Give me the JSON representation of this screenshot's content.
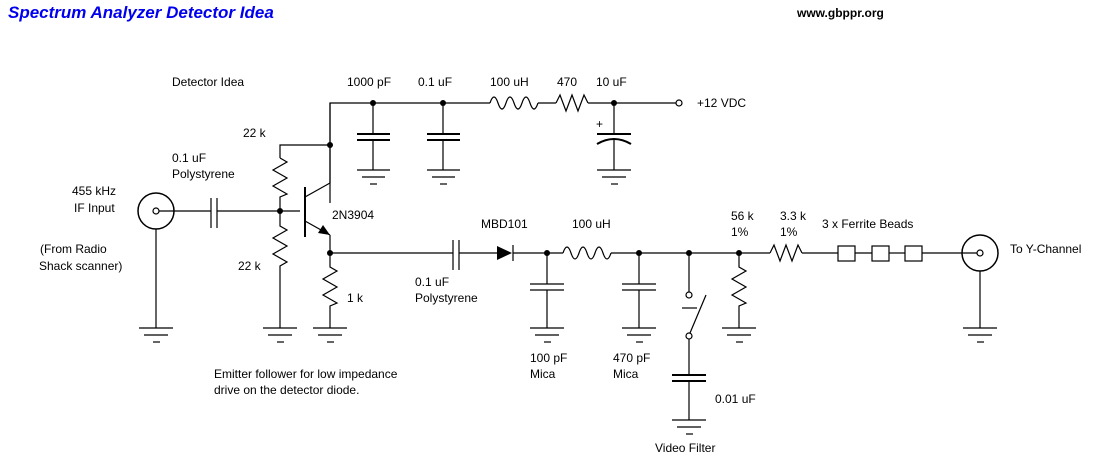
{
  "header": {
    "title": "Spectrum Analyzer Detector Idea",
    "site": "www.gbppr.org",
    "title_color": "#0000ee"
  },
  "labels": {
    "detector_idea": "Detector Idea",
    "supply_c1": "1000 pF",
    "supply_c2": "0.1 uF",
    "supply_l": "100 uH",
    "supply_r": "470",
    "supply_c3": "10 uF",
    "supply_voltage": "+12 VDC",
    "bias_r_top": "22 k",
    "bias_r_bottom": "22 k",
    "input_cap_value": "0.1 uF",
    "input_cap_type": "Polystyrene",
    "input_freq": "455 kHz",
    "input_name": "IF Input",
    "input_source_1": "(From Radio",
    "input_source_2": "Shack scanner)",
    "transistor": "2N3904",
    "emitter_r": "1 k",
    "coupling_cap_value": "0.1 uF",
    "coupling_cap_type": "Polystyrene",
    "diode": "MBD101",
    "filter_l": "100 uH",
    "filter_c1_value": "100 pF",
    "filter_c1_type": "Mica",
    "filter_c2_value": "470 pF",
    "filter_c2_type": "Mica",
    "video_cap": "0.01 uF",
    "video_filter": "Video Filter",
    "load_r_value": "56 k",
    "load_r_tol": "1%",
    "series_r_value": "3.3 k",
    "series_r_tol": "1%",
    "ferrite": "3 x Ferrite Beads",
    "output": "To Y-Channel",
    "note_1": "Emitter follower for low impedance",
    "note_2": "drive on the detector diode.",
    "plus_sign": "+"
  }
}
